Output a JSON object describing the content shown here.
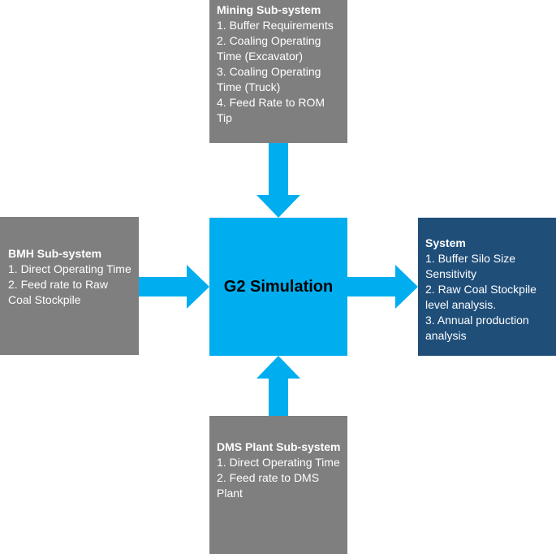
{
  "colors": {
    "gray_box": "#7f7f7f",
    "blue_center": "#00adef",
    "navy_box": "#1f4e79",
    "arrow": "#00adef",
    "box_text": "#ffffff",
    "center_text": "#000000"
  },
  "center": {
    "label": "G2 Simulation"
  },
  "mining": {
    "title": "Mining Sub-system",
    "items": [
      "1. Buffer Requirements",
      "2. Coaling Operating Time (Excavator)",
      "3. Coaling Operating Time (Truck)",
      "4. Feed Rate to ROM Tip"
    ]
  },
  "bmh": {
    "title": "BMH Sub-system",
    "items": [
      "1. Direct Operating Time",
      "2. Feed rate to Raw Coal Stockpile"
    ]
  },
  "dms": {
    "title": "DMS Plant Sub-system",
    "items": [
      "1. Direct Operating Time",
      "2. Feed rate to DMS Plant"
    ]
  },
  "system": {
    "title": "System",
    "items": [
      "1. Buffer Silo Size Sensitivity",
      "2. Raw Coal Stockpile level analysis.",
      "3. Annual production analysis"
    ]
  }
}
